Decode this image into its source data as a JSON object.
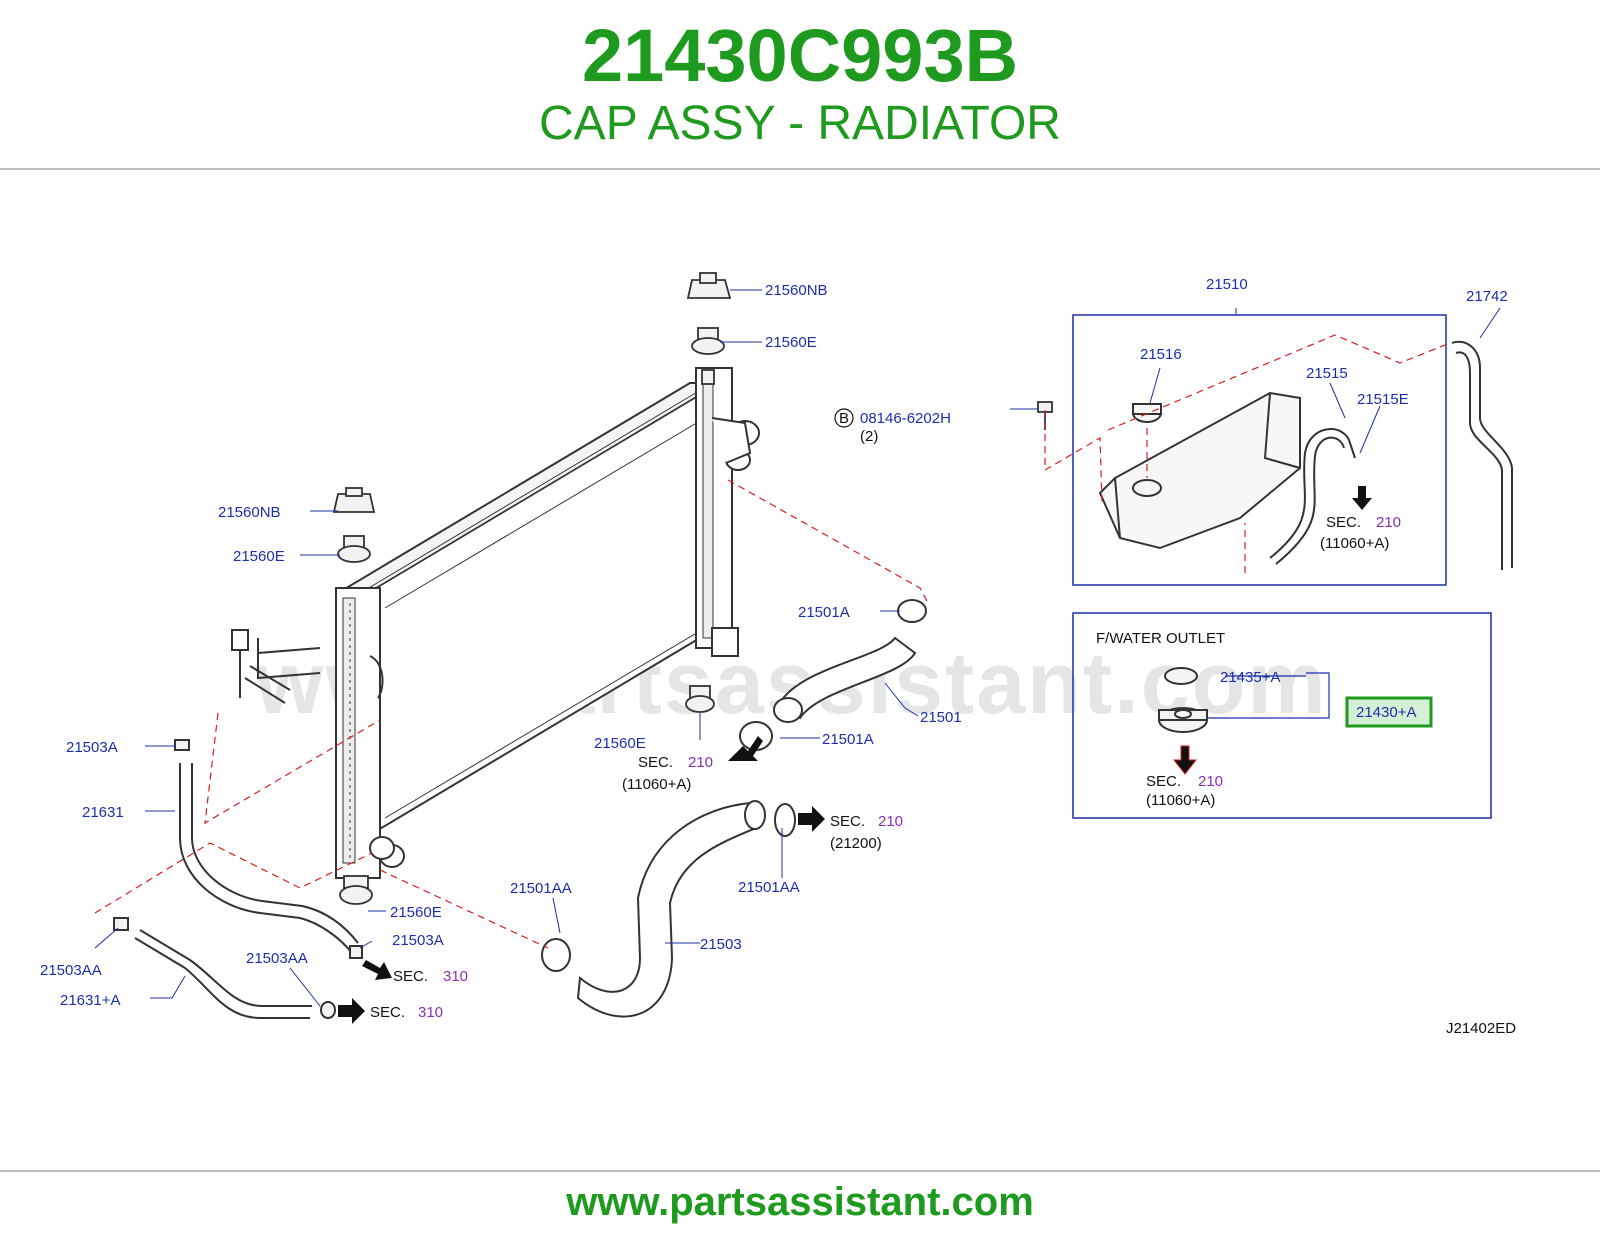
{
  "header": {
    "part_number": "21430C993B",
    "part_name": "CAP ASSY - RADIATOR"
  },
  "footer": {
    "url": "www.partsassistant.com"
  },
  "watermark": "www.partsassistant.com",
  "colors": {
    "title_green": "#1e9a1e",
    "label_blue": "#1c2fa8",
    "sec_purple": "#8a2fb0",
    "highlight": "#1e9a1e"
  },
  "diagram": {
    "code": "J21402ED",
    "labels": {
      "l_21560NB_top": "21560NB",
      "l_21560E_top": "21560E",
      "l_21560NB_left": "21560NB",
      "l_21560E_left": "21560E",
      "l_21560E_mid": "21560E",
      "l_21560E_bot": "21560E",
      "l_08146": "08146-6202H",
      "l_08146_qty": "(2)",
      "l_08146_badge": "B",
      "l_21501A_1": "21501A",
      "l_21501": "21501",
      "l_21501A_2": "21501A",
      "l_21503A_1": "21503A",
      "l_21631": "21631",
      "l_21503AA_1": "21503AA",
      "l_21631A": "21631+A",
      "l_21503AA_2": "21503AA",
      "l_21503A_2": "21503A",
      "l_21501AA_1": "21501AA",
      "l_21501AA_2": "21501AA",
      "l_21503": "21503",
      "l_21510": "21510",
      "l_21516": "21516",
      "l_21515": "21515",
      "l_21515E": "21515E",
      "l_21742": "21742",
      "l_fwater": "F/WATER   OUTLET",
      "l_21435A": "21435+A",
      "l_21430A": "21430+A"
    },
    "sec_refs": [
      {
        "sec": "SEC.",
        "num": "210",
        "sub": "(11060+A)"
      },
      {
        "sec": "SEC.",
        "num": "210",
        "sub": "(21200)"
      },
      {
        "sec": "SEC.",
        "num": "310",
        "sub": ""
      },
      {
        "sec": "SEC.",
        "num": "310",
        "sub": ""
      },
      {
        "sec": "SEC.",
        "num": "210",
        "sub": "(11060+A)"
      },
      {
        "sec": "SEC.",
        "num": "210",
        "sub": "(11060+A)"
      }
    ]
  }
}
